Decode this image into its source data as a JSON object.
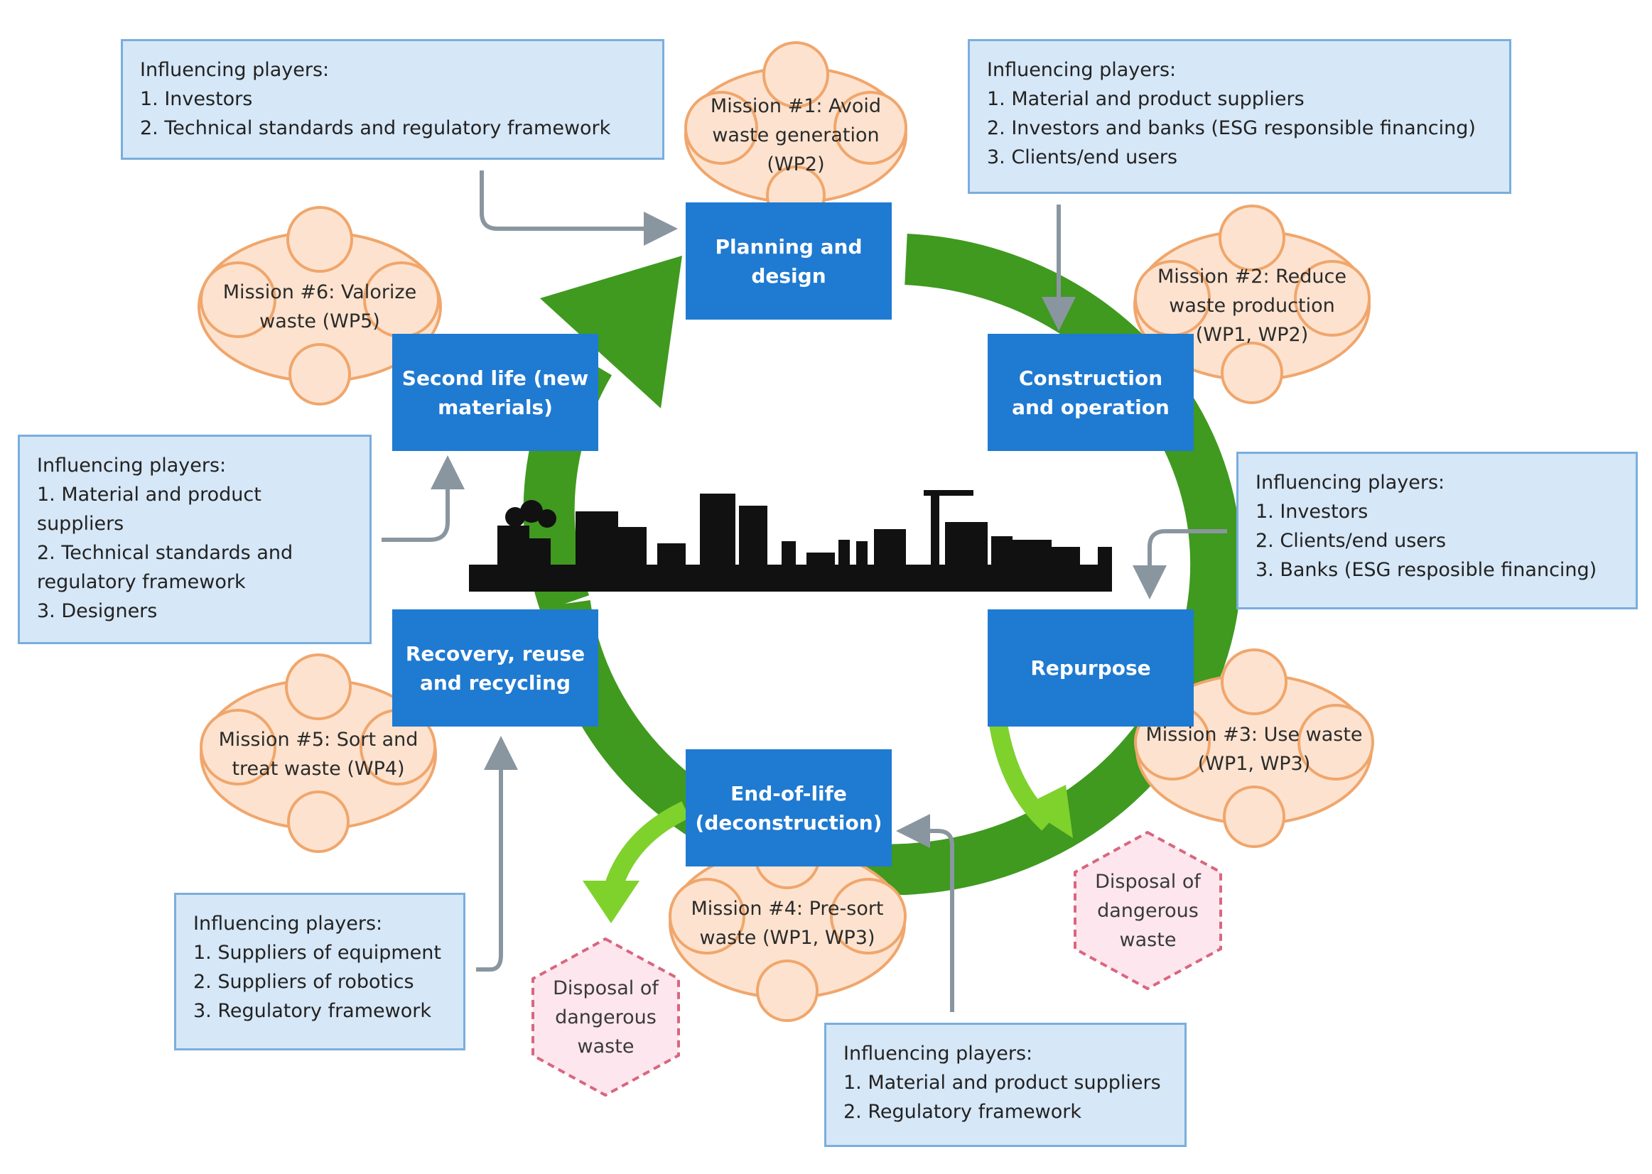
{
  "colors": {
    "stage_blue": "#1f7ad1",
    "cycle_green": "#3f9a1f",
    "branch_green": "#7fd12c",
    "cloud_fill": "#fde3cf",
    "cloud_stroke": "#f0a66c",
    "hazard_fill": "#fde6ee",
    "hazard_stroke": "#d9667f",
    "infobox_fill": "#d6e7f7",
    "infobox_border": "#7aaedd",
    "arrow_gray": "#8a969f"
  },
  "stages": {
    "planning": "Planning and design",
    "construction": "Construction and operation",
    "repurpose": "Repurpose",
    "end_of_life": "End-of-life (deconstruction)",
    "recovery": "Recovery, reuse and recycling",
    "second_life": "Second life (new materials)"
  },
  "missions": {
    "m1": "Mission #1: Avoid waste generation (WP2)",
    "m2": "Mission #2: Reduce waste production (WP1, WP2)",
    "m3": "Mission #3: Use waste (WP1, WP3)",
    "m4": "Mission #4: Pre-sort waste (WP1, WP3)",
    "m5": "Mission #5: Sort and treat waste (WP4)",
    "m6": "Mission #6: Valorize waste (WP5)"
  },
  "disposal": {
    "left": "Disposal of dangerous waste",
    "right": "Disposal of dangerous waste"
  },
  "players": {
    "top_left": {
      "title": "Influencing players:",
      "items": [
        "1. Investors",
        "2. Technical standards and regulatory framework"
      ]
    },
    "top_right": {
      "title": "Influencing players:",
      "items": [
        "1. Material and product suppliers",
        "2. Investors and banks (ESG responsible financing)",
        "3. Clients/end users"
      ]
    },
    "mid_left": {
      "title": "Influencing players:",
      "items": [
        "1. Material and product",
        "suppliers",
        "2. Technical standards and",
        "regulatory framework",
        "3. Designers"
      ]
    },
    "mid_right": {
      "title": "Influencing players:",
      "items": [
        "1. Investors",
        "2. Clients/end users",
        "3. Banks (ESG resposible financing)"
      ]
    },
    "bottom_left": {
      "title": "Influencing players:",
      "items": [
        "1. Suppliers of equipment",
        "2. Suppliers of robotics",
        "3. Regulatory framework"
      ]
    },
    "bottom_right": {
      "title": "Influencing players:",
      "items": [
        "1. Material and product suppliers",
        "2. Regulatory framework"
      ]
    }
  },
  "center_image": {
    "icon": "city-skyline-icon"
  }
}
